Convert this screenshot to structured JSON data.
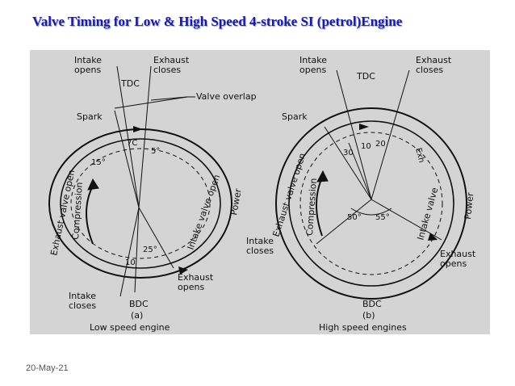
{
  "slide": {
    "title": "Valve Timing for Low & High Speed 4-stroke SI (petrol)Engine",
    "date": "20-May-21"
  },
  "diagram_a": {
    "intake_opens": [
      "Intake",
      "opens"
    ],
    "exhaust_closes": [
      "Exhaust",
      "closes"
    ],
    "tdc": "TDC",
    "valve_overlap": "Valve overlap",
    "spark": "Spark",
    "angle_tdc_c": "7C",
    "angle_5": "5°",
    "angle_15": "15°",
    "angle_25": "25°",
    "angle_10": "10",
    "exhaust_valve_open": "Exhaust valve open",
    "compression": "Compression",
    "intake_valve_open": "Intake valve open",
    "power": "Power",
    "exhaust_opens": [
      "Exhaust",
      "opens"
    ],
    "intake_closes": [
      "Intake",
      "closes"
    ],
    "bdc": "BDC",
    "caption_letter": "(a)",
    "caption": "Low speed engine"
  },
  "diagram_b": {
    "intake_opens": [
      "Intake",
      "opens"
    ],
    "exhaust_closes": [
      "Exhaust",
      "closes"
    ],
    "tdc": "TDC",
    "spark": "Spark",
    "angle_30": "30",
    "angle_10": "10",
    "angle_20": "20",
    "exhaust_valve_open": "Exhaust valve open",
    "compression": "Compression",
    "intake_valve": "Intake valve",
    "power": "Power",
    "exh_short": "Exh",
    "angle_50": "50°",
    "angle_55": "55°",
    "intake_closes": [
      "Intake",
      "closes"
    ],
    "exhaust_opens": [
      "Exhaust",
      "opens"
    ],
    "bdc": "BDC",
    "caption_letter": "(b)",
    "caption": "High speed engines"
  }
}
